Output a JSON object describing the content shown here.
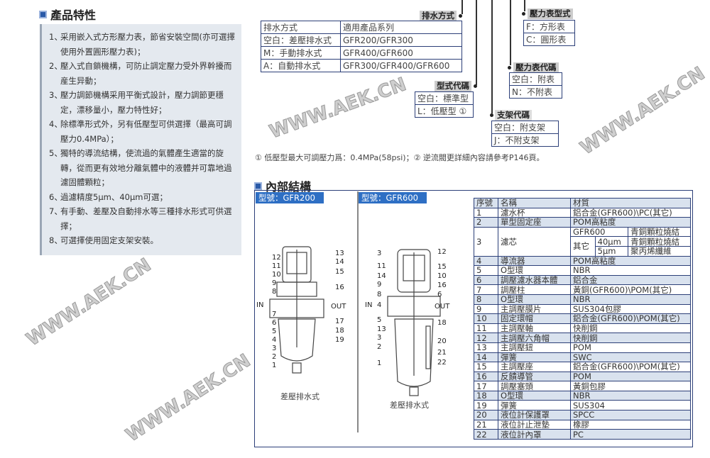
{
  "features": {
    "title": "產品特性",
    "items": [
      [
        "1、",
        "采用嵌入式方形壓力表，節省安裝空間(亦可選擇使用外置圓形壓力表)；"
      ],
      [
        "2、",
        "壓入式自鎖機構，可防止調定壓力受外界幹擾而産生异動；"
      ],
      [
        "3、",
        "壓力調節機構采用平衡式設計，壓力調節更穩定，漂移量小，壓力特性好；"
      ],
      [
        "4、",
        "除標準形式外，另有低壓型可供選擇（最高可調壓力0.4MPa）；"
      ],
      [
        "5、",
        "獨特的導流結構，使流過的氣體產生適當的旋轉，從而更有效地分離氣體中的液體并可靠地過濾固體顆粒；"
      ],
      [
        "6、",
        "過濾精度5μm、40μm可選；"
      ],
      [
        "7、",
        "有手動、差壓及自動排水等三種排水形式可供選擇；"
      ],
      [
        "8、",
        "可選擇使用固定支架安裝。"
      ]
    ]
  },
  "ordering": {
    "drain": {
      "label": "排水方式",
      "header": [
        "排水方式",
        "適用產品系列"
      ],
      "rows": [
        [
          "空白：差壓排水式",
          "GFR200/GFR300"
        ],
        [
          "M：手動排水式",
          "GFR400/GFR600"
        ],
        [
          "A：自動排水式",
          "GFR300/GFR400/GFR600"
        ]
      ]
    },
    "gauge_type": {
      "label": "壓力表型式",
      "rows": [
        "F：方形表",
        "C：圓形表"
      ]
    },
    "gauge_code": {
      "label": "壓力表代碼",
      "rows": [
        "空白：附表",
        "N：不附表"
      ]
    },
    "type_code": {
      "label": "型式代碼",
      "rows": [
        "空白：標準型",
        "L：低壓型 ①"
      ]
    },
    "bracket": {
      "label": "支架代碼",
      "rows": [
        "空白：附支架",
        "J：不附支架"
      ]
    },
    "note": "① 低壓型最大可調壓力爲：0.4MPa(58psi)；② 逆流閥更詳細內容請參考P146頁。"
  },
  "structure": {
    "title": "內部結構",
    "models": [
      {
        "label": "型號：GFR200",
        "caption": "差壓排水式",
        "in": "IN",
        "out": "OUT",
        "left_nums": [
          "12",
          "11",
          "10",
          "9",
          "8",
          "7",
          "6",
          "5",
          "4",
          "3",
          "2",
          "1"
        ],
        "right_nums": [
          "13",
          "14",
          "15",
          "16",
          "17",
          "18",
          "19"
        ]
      },
      {
        "label": "型號：GFR600",
        "caption": "差壓排水式",
        "in": "IN",
        "out": "OUT",
        "left_nums": [
          "3",
          "11",
          "14",
          "9",
          "8",
          "4",
          "5",
          "13",
          "3",
          "2",
          "1"
        ],
        "right_nums": [
          "12",
          "15",
          "10",
          "16",
          "6",
          "18",
          "20",
          "21",
          "22"
        ]
      }
    ],
    "parts_header": [
      "序號",
      "名稱",
      "材質"
    ],
    "parts": [
      [
        "1",
        "濾水杯",
        "鋁合金(GFR600)\\PC(其它)"
      ],
      [
        "2",
        "單型固定座",
        "POM高粘度"
      ],
      [
        "4",
        "導流器",
        "POM高粘度"
      ],
      [
        "5",
        "O型環",
        "NBR"
      ],
      [
        "6",
        "調壓濾水器本體",
        "鋁合金"
      ],
      [
        "7",
        "調壓柱",
        "黃銅(GFR600)\\POM(其它)"
      ],
      [
        "8",
        "O型環",
        "NBR"
      ],
      [
        "9",
        "主調壓膜片",
        "SUS304包膠"
      ],
      [
        "10",
        "固定環帽",
        "鋁合金(GFR600)\\POM(其它)"
      ],
      [
        "11",
        "主調壓軸",
        "快削鋼"
      ],
      [
        "12",
        "主調壓六角帽",
        "快削鋼"
      ],
      [
        "13",
        "主調壓鈕",
        "POM"
      ],
      [
        "14",
        "彈簧",
        "SWC"
      ],
      [
        "15",
        "主調壓座",
        "鋁合金(GFR600)\\POM(其它)"
      ],
      [
        "16",
        "反饋導管",
        "POM"
      ],
      [
        "17",
        "調壓塞頭",
        "黃銅包膠"
      ],
      [
        "18",
        "O型環",
        "NBR"
      ],
      [
        "19",
        "彈簧",
        "SUS304"
      ],
      [
        "20",
        "液位計保護罩",
        "SPCC"
      ],
      [
        "21",
        "液位計止泄墊",
        "橡膠"
      ],
      [
        "22",
        "液位計內罩",
        "PC"
      ]
    ],
    "element": {
      "no": "3",
      "name": "濾芯",
      "gfr600": "GFR600",
      "gfr600_mat": "青銅顆粒燒結",
      "other": "其它",
      "um40": "40μm",
      "um40_mat": "青銅顆粒燒結",
      "um5": "5μm",
      "um5_mat": "聚丙烯纖維"
    }
  },
  "watermark": "WWW.AEK.CN"
}
